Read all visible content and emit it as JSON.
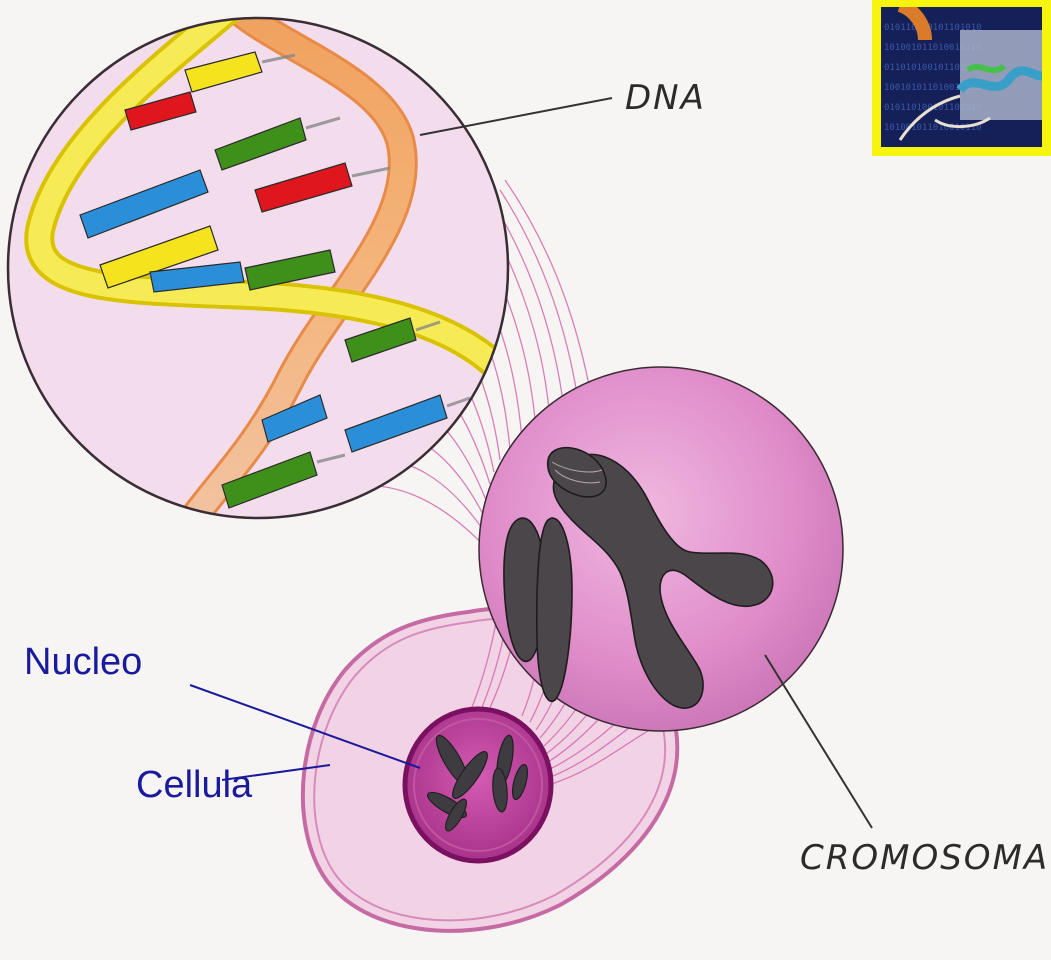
{
  "labels": {
    "dna": "DNA",
    "chromosome": "CROMOSOMA",
    "nucleus": "Nucleo",
    "cell": "Cellula"
  },
  "colors": {
    "background": "#f7f5f3",
    "label_blue": "#1a1a9c",
    "magnifier_pink": "#d77fc0",
    "chromosome_gray": "#4a4649",
    "inset_border": "#f7f40d",
    "base_yellow": "#f4e31d",
    "base_red": "#e0161f",
    "base_green": "#3f8f1b",
    "base_blue": "#2a8fd8"
  },
  "icons": {
    "inset": "dna-helix-thumbnail"
  }
}
